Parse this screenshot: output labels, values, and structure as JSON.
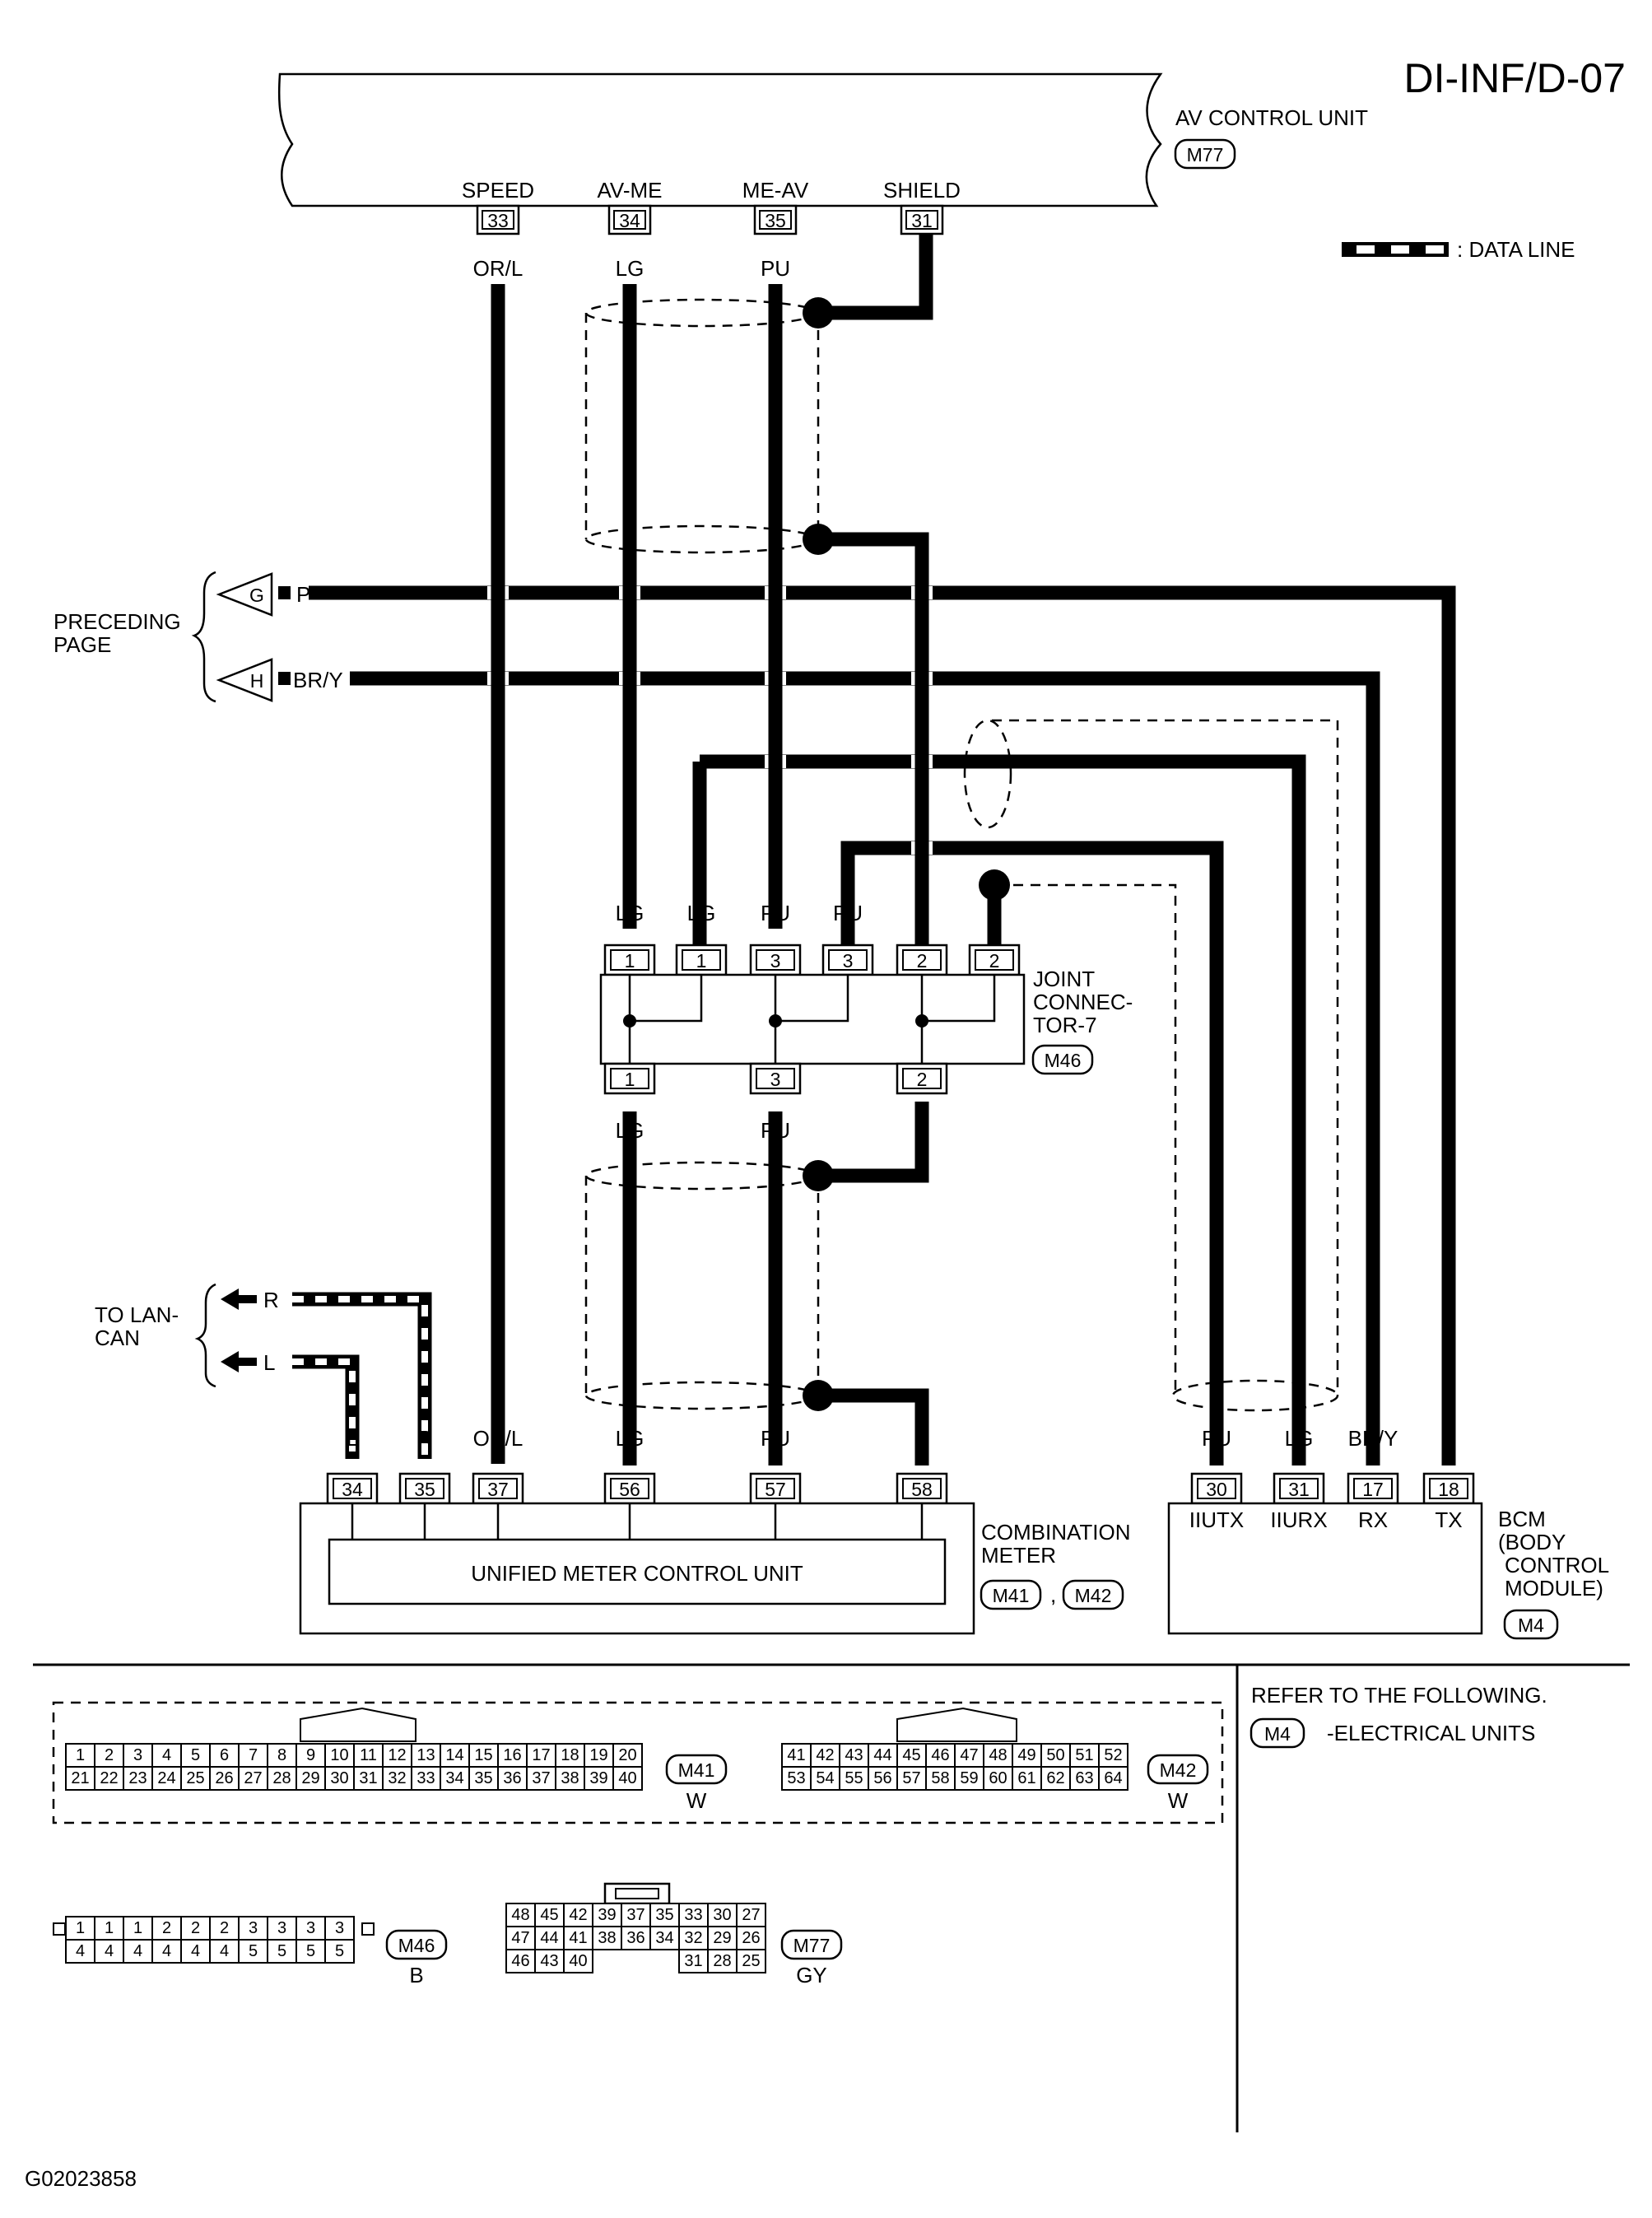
{
  "title": "DI-INF/D-07",
  "figure_id": "G02023858",
  "legend": {
    "data_line": ": DATA LINE"
  },
  "av_unit": {
    "name": "AV CONTROL UNIT",
    "connector": "M77",
    "pins": [
      {
        "num": "33",
        "signal": "SPEED",
        "color": "OR/L"
      },
      {
        "num": "34",
        "signal": "AV-ME",
        "color": "LG"
      },
      {
        "num": "35",
        "signal": "ME-AV",
        "color": "PU"
      },
      {
        "num": "31",
        "signal": "SHIELD",
        "color": ""
      }
    ]
  },
  "preceding_page": {
    "label_1": "PRECEDING",
    "label_2": "PAGE",
    "arrows": [
      {
        "letter": "G",
        "color": "P"
      },
      {
        "letter": "H",
        "color": "BR/Y"
      }
    ]
  },
  "lan_can": {
    "label_1": "TO LAN-",
    "label_2": "CAN",
    "arrows": [
      {
        "name": "R"
      },
      {
        "name": "L"
      }
    ]
  },
  "joint_connector": {
    "label_1": "JOINT",
    "label_2": "CONNEC-",
    "label_3": "TOR-7",
    "connector": "M46",
    "top_pins": [
      {
        "num": "1",
        "color": "LG"
      },
      {
        "num": "1",
        "color": "LG"
      },
      {
        "num": "3",
        "color": "PU"
      },
      {
        "num": "3",
        "color": "PU"
      },
      {
        "num": "2",
        "color": ""
      },
      {
        "num": "2",
        "color": ""
      }
    ],
    "bottom_pins": [
      {
        "num": "1",
        "color": "LG"
      },
      {
        "num": "3",
        "color": "PU"
      },
      {
        "num": "2",
        "color": ""
      }
    ]
  },
  "combination_meter": {
    "label_1": "COMBINATION",
    "label_2": "METER",
    "inner": "UNIFIED METER CONTROL UNIT",
    "connector_1": "M41",
    "connector_2": "M42",
    "separator": ",",
    "pins": [
      {
        "num": "34",
        "color": "L"
      },
      {
        "num": "35",
        "color": "R"
      },
      {
        "num": "37",
        "color": "OR/L"
      },
      {
        "num": "56",
        "color": "LG"
      },
      {
        "num": "57",
        "color": "PU"
      },
      {
        "num": "58",
        "color": ""
      }
    ]
  },
  "bcm": {
    "label_1": "BCM",
    "label_2": "(BODY",
    "label_3": "CONTROL",
    "label_4": "MODULE)",
    "connector": "M4",
    "pins": [
      {
        "num": "30",
        "color": "PU",
        "signal": "IIUTX"
      },
      {
        "num": "31",
        "color": "LG",
        "signal": "IIURX"
      },
      {
        "num": "17",
        "color": "BR/Y",
        "signal": "RX"
      },
      {
        "num": "18",
        "color": "P",
        "signal": "TX"
      }
    ]
  },
  "refer": {
    "line": "REFER TO THE FOLLOWING.",
    "connector": "M4",
    "text": "-ELECTRICAL UNITS"
  },
  "connector_views": {
    "m41": {
      "name": "M41",
      "color": "W",
      "row1": [
        "1",
        "2",
        "3",
        "4",
        "5",
        "6",
        "7",
        "8",
        "9",
        "10",
        "11",
        "12",
        "13",
        "14",
        "15",
        "16",
        "17",
        "18",
        "19",
        "20"
      ],
      "row2": [
        "21",
        "22",
        "23",
        "24",
        "25",
        "26",
        "27",
        "28",
        "29",
        "30",
        "31",
        "32",
        "33",
        "34",
        "35",
        "36",
        "37",
        "38",
        "39",
        "40"
      ]
    },
    "m42": {
      "name": "M42",
      "color": "W",
      "row1": [
        "41",
        "42",
        "43",
        "44",
        "45",
        "46",
        "47",
        "48",
        "49",
        "50",
        "51",
        "52"
      ],
      "row2": [
        "53",
        "54",
        "55",
        "56",
        "57",
        "58",
        "59",
        "60",
        "61",
        "62",
        "63",
        "64"
      ]
    },
    "m46": {
      "name": "M46",
      "color": "B",
      "row1": [
        "1",
        "1",
        "1",
        "2",
        "2",
        "2",
        "3",
        "3",
        "3",
        "3"
      ],
      "row2": [
        "4",
        "4",
        "4",
        "4",
        "4",
        "4",
        "5",
        "5",
        "5",
        "5"
      ]
    },
    "m77": {
      "name": "M77",
      "color": "GY",
      "row1": [
        "48",
        "45",
        "42",
        "39",
        "37",
        "35",
        "33",
        "30",
        "27"
      ],
      "row2": [
        "47",
        "44",
        "41",
        "38",
        "36",
        "34",
        "32",
        "29",
        "26"
      ],
      "row3": [
        "46",
        "43",
        "40",
        "",
        "",
        "",
        "31",
        "28",
        "25"
      ]
    }
  }
}
